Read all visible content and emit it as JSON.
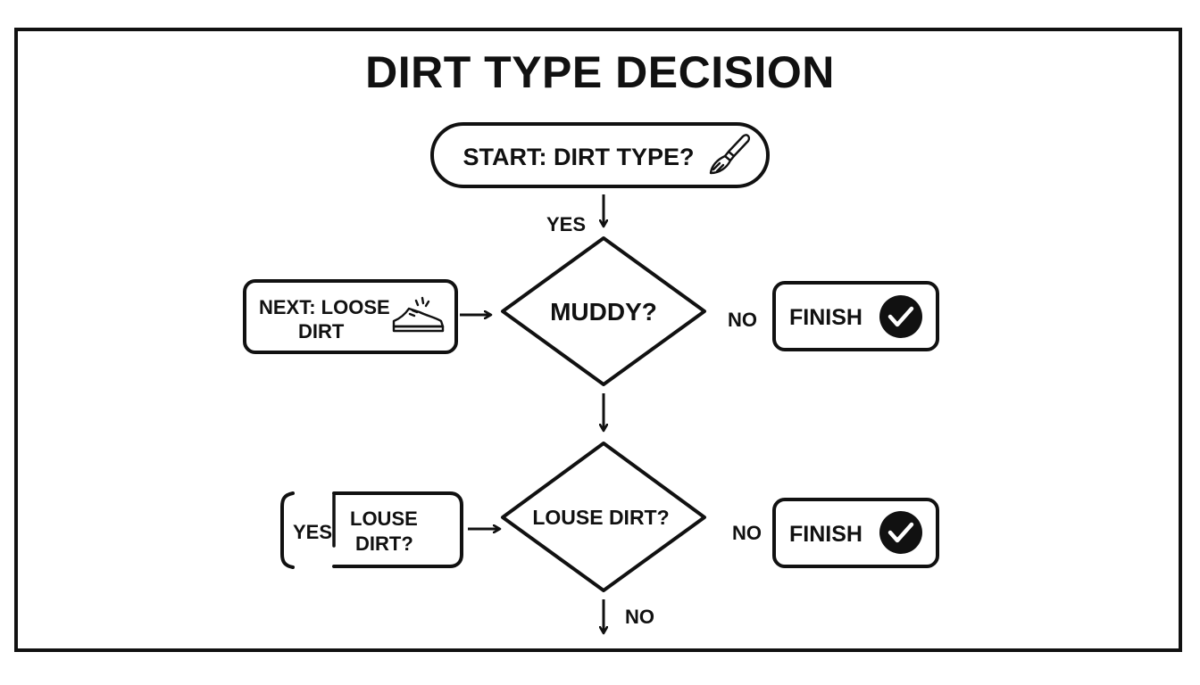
{
  "title": "DIRT TYPE DECISION",
  "nodes": {
    "start": {
      "label": "START: DIRT TYPE?",
      "icon": "brush-icon"
    },
    "muddy": {
      "label": "MUDDY?"
    },
    "next_loose": {
      "line1": "NEXT: LOOSE",
      "line2": "DIRT",
      "icon": "shoe-icon"
    },
    "finish_1": {
      "label": "FINISH",
      "icon": "check-circle-icon"
    },
    "louse": {
      "label": "LOUSE DIRT?"
    },
    "louse_side": {
      "yes": "YES",
      "line1": "LOUSE",
      "line2": "DIRT?"
    },
    "finish_2": {
      "label": "FINISH",
      "icon": "check-circle-icon"
    }
  },
  "edges": {
    "start_yes": "YES",
    "muddy_no": "NO",
    "louse_no": "NO",
    "bottom_no": "NO"
  },
  "colors": {
    "ink": "#111111",
    "background": "#ffffff"
  }
}
